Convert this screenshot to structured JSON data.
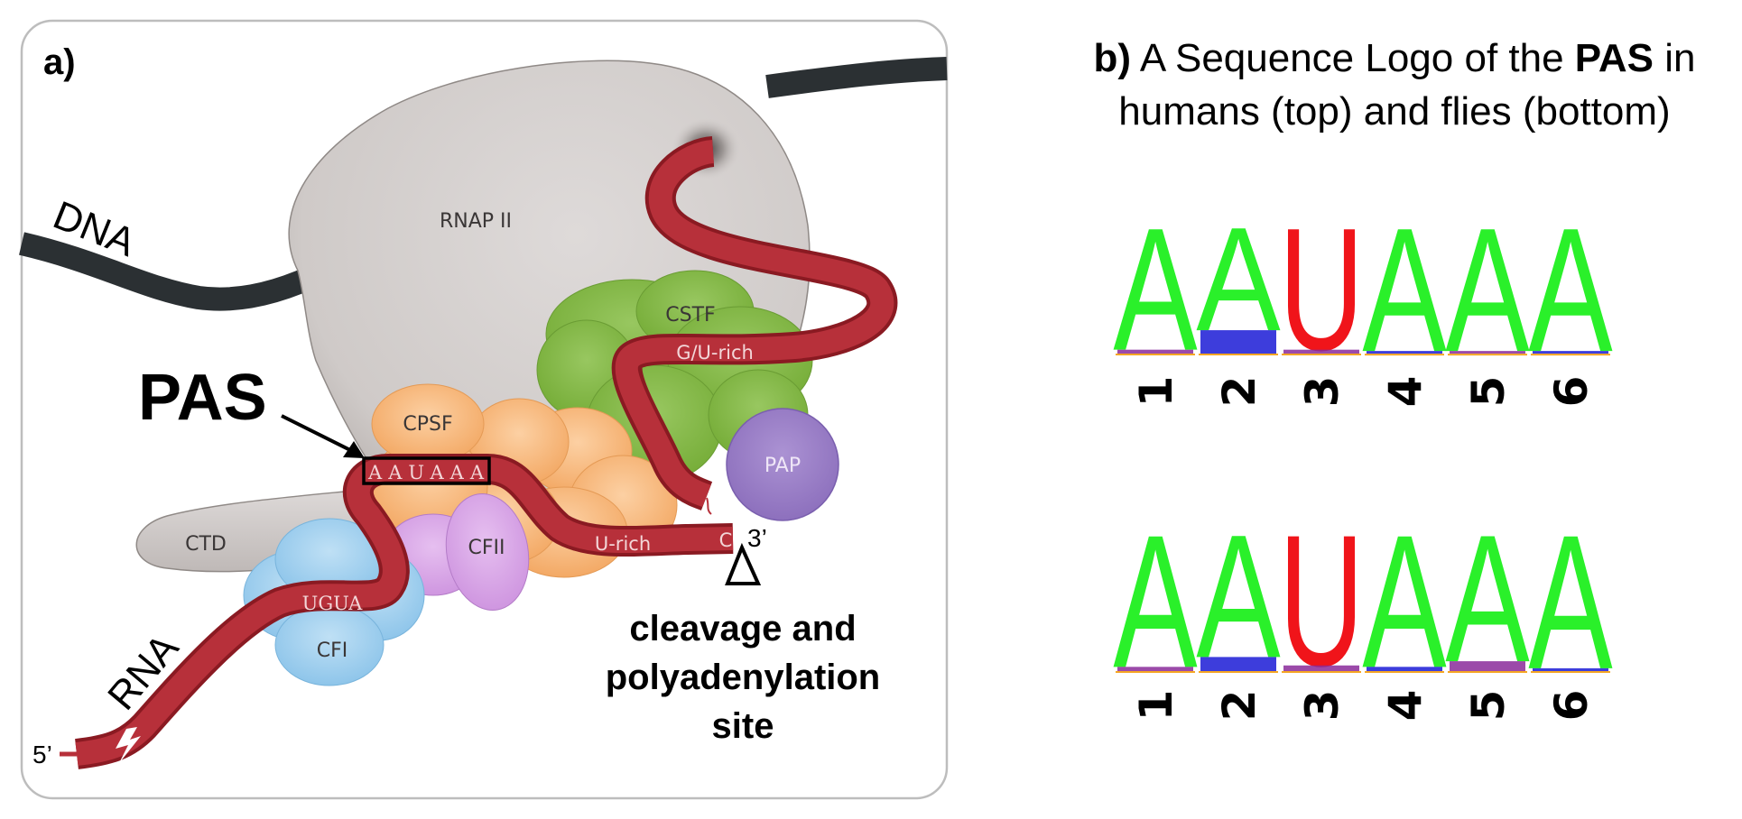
{
  "panel_a": {
    "label": "a)",
    "dna_label": "DNA",
    "rna_label": "RNA",
    "five_prime": "5’",
    "three_prime": "3’",
    "pas_label": "PAS",
    "complexes": {
      "rnap": "RNAP II",
      "cstf": "CSTF",
      "cpsf": "CPSF",
      "ctd": "CTD",
      "cfii": "CFII",
      "cfi": "CFI",
      "pap": "PAP"
    },
    "rna_motifs": {
      "pas_seq": "AAUAAA",
      "gu_rich": "G/U-rich",
      "u_rich": "U-rich",
      "ugua": "UGUA",
      "cleavage_nt": "C"
    },
    "cleavage_caption": [
      "cleavage and",
      "polyadenylation",
      "site"
    ],
    "colors": {
      "dna": "#2b3033",
      "rna": "#b1262f",
      "rnap": "#d3cfcd",
      "cstf": "#86b94a",
      "cpsf": "#f8b77c",
      "cfii": "#dba9e8",
      "cfi": "#a8d3ef",
      "pap": "#9b7ec6",
      "ctd": "#d3cfcd"
    }
  },
  "panel_b": {
    "label": "b)",
    "title_part1": " A Sequence Logo of the ",
    "title_bold": "PAS",
    "title_part2": " in",
    "title_line2": "humans (top) and flies (bottom)",
    "colors": {
      "A": "#2af02a",
      "U": "#f0141a",
      "C": "#1b1bd6",
      "G": "#f5a623",
      "other": "#8a2a9a"
    },
    "logos": [
      {
        "name": "humans",
        "positions": [
          "1",
          "2",
          "3",
          "4",
          "5",
          "6"
        ],
        "consensus": [
          "A",
          "A",
          "U",
          "A",
          "A",
          "A"
        ],
        "dominant_fraction": [
          0.97,
          0.82,
          0.97,
          0.98,
          0.98,
          0.98
        ]
      },
      {
        "name": "flies",
        "positions": [
          "1",
          "2",
          "3",
          "4",
          "5",
          "6"
        ],
        "consensus": [
          "A",
          "A",
          "U",
          "A",
          "A",
          "A"
        ],
        "dominant_fraction": [
          0.97,
          0.9,
          0.96,
          0.97,
          0.93,
          0.98
        ]
      }
    ]
  }
}
